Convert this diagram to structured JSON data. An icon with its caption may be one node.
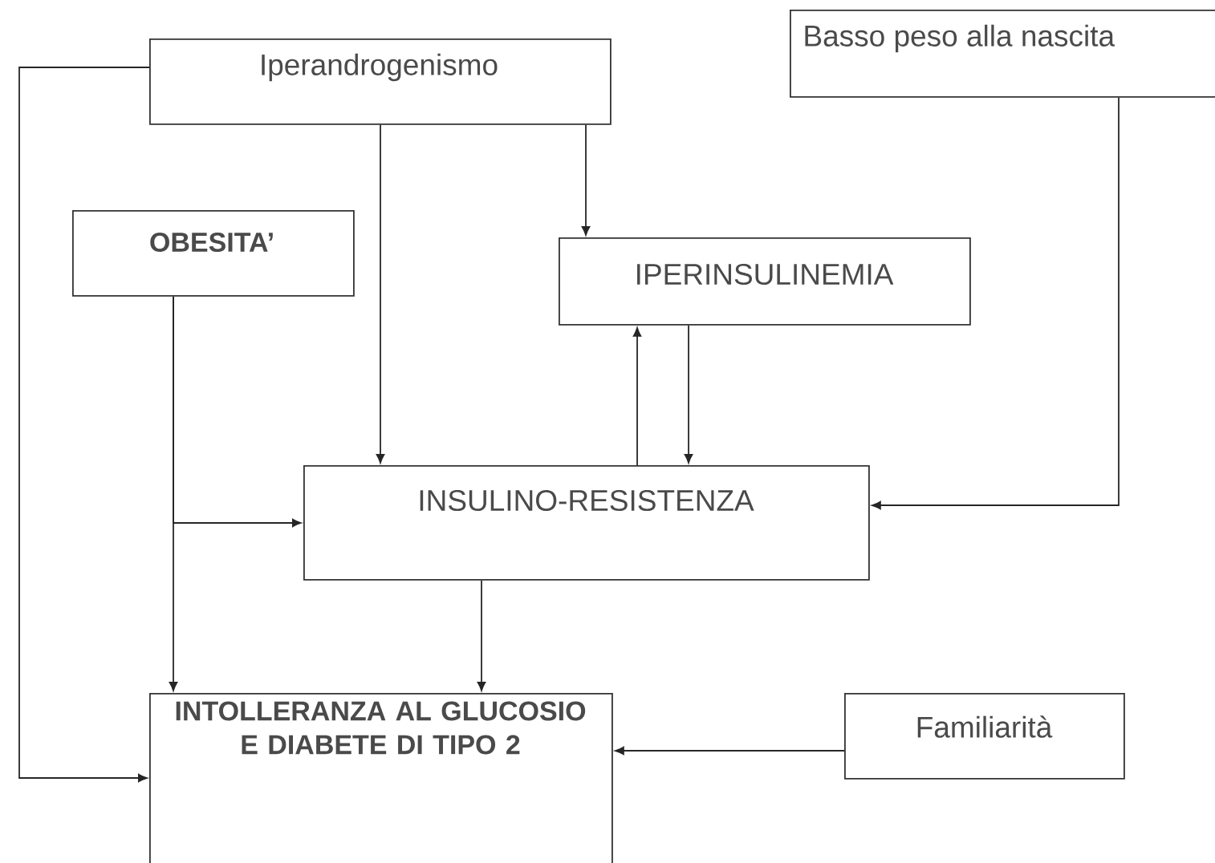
{
  "diagram": {
    "nodes": [
      {
        "text": [
          "Iperandrogenismo"
        ]
      },
      {
        "text": [
          "Basso peso alla nascita"
        ]
      },
      {
        "text": [
          "OBESITA’"
        ]
      },
      {
        "text": [
          "IPERINSULINEMIA"
        ]
      },
      {
        "text": [
          "INSULINO-RESISTENZA"
        ]
      },
      {
        "text": [
          "INTOLLERANZA AL GLUCOSIO E DIABETE DI TIPO 2"
        ]
      },
      {
        "text": [
          "Familiarità"
        ]
      }
    ],
    "edges": [
      {
        "from": 0,
        "to": 5,
        "arrow": "to"
      },
      {
        "from": 0,
        "to": 3,
        "arrow": "to"
      },
      {
        "from": 0,
        "to": 4,
        "arrow": "to"
      },
      {
        "from": 1,
        "to": 4,
        "arrow": "to"
      },
      {
        "from": 2,
        "to": 5,
        "arrow": "to"
      },
      {
        "from": 2,
        "to": 4,
        "arrow": "to"
      },
      {
        "from": 4,
        "to": 3,
        "arrow": "to"
      },
      {
        "from": 3,
        "to": 4,
        "arrow": "to"
      },
      {
        "from": 4,
        "to": 5,
        "arrow": "to"
      },
      {
        "from": 6,
        "to": 5,
        "arrow": "to"
      }
    ]
  }
}
